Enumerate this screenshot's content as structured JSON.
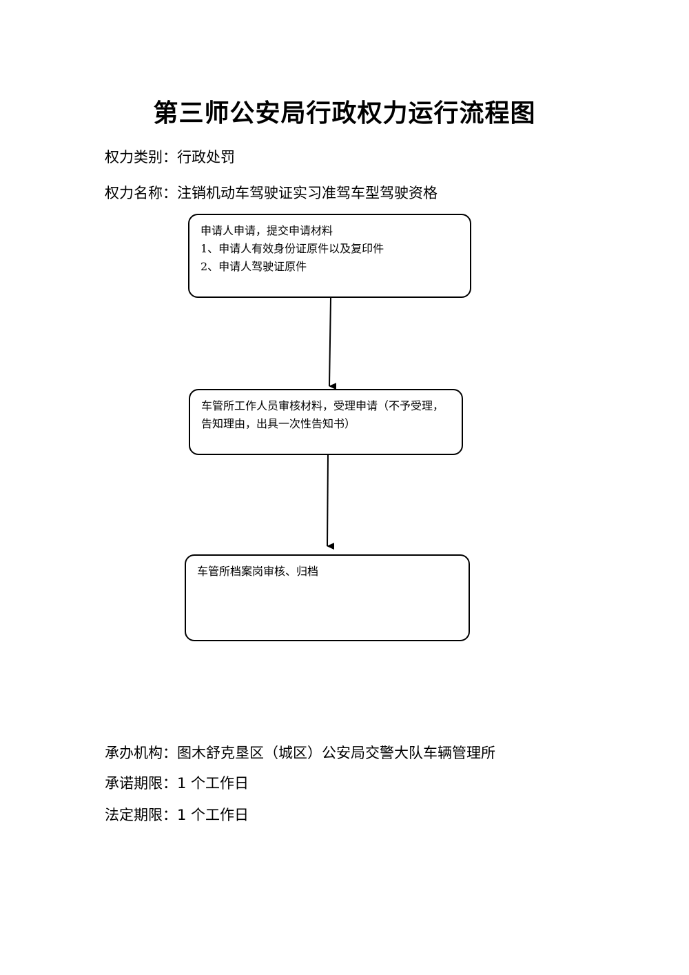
{
  "title": "第三师公安局行政权力运行流程图",
  "power_category": {
    "label": "权力类别：",
    "value": "行政处罚"
  },
  "power_name": {
    "label": "权力名称：",
    "value": "注销机动车驾驶证实习准驾车型驾驶资格"
  },
  "flow": {
    "step1": {
      "heading": "申请人申请，提交申请材料",
      "items": [
        "1、申请人有效身份证原件以及复印件",
        "2、申请人驾驶证原件"
      ]
    },
    "step2": {
      "text": "车管所工作人员审核材料，受理申请（不予受理，告知理由，出具一次性告知书）"
    },
    "step3": {
      "text": "车管所档案岗审核、归档"
    }
  },
  "handling_agency": {
    "label": "承办机构：",
    "value": "图木舒克垦区（城区）公安局交警大队车辆管理所"
  },
  "promised_period": {
    "label": "承诺期限：",
    "value": "1 个工作日"
  },
  "legal_period": {
    "label": "法定期限：",
    "value": "1 个工作日"
  }
}
